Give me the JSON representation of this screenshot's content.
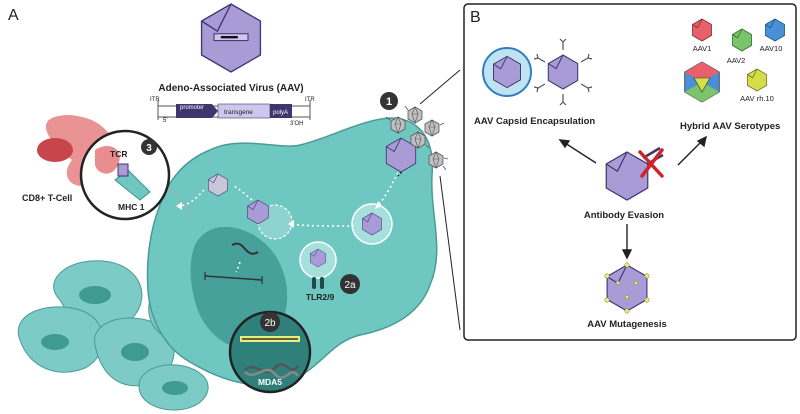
{
  "panel_a": {
    "letter": "A",
    "aav_title": "Adeno-Associated Virus (AAV)",
    "construct": {
      "itr_left": "ITR",
      "five_prime": "5'",
      "promoter": "promoter",
      "transgene": "transgene",
      "polya": "polyA",
      "itr_right": "ITR",
      "three_prime": "3'OH"
    },
    "cd8_label": "CD8+ T-Cell",
    "tcr_label": "TCR",
    "mhc_label": "MHC 1",
    "tlr_label": "TLR2/9",
    "mda5_label": "MDA5",
    "steps": {
      "s1": "1",
      "s2a": "2a",
      "s2b": "2b",
      "s3": "3"
    }
  },
  "panel_b": {
    "letter": "B",
    "capsid_encapsulation": "AAV Capsid Encapsulation",
    "hybrid_serotypes": "Hybrid AAV Serotypes",
    "antibody_evasion": "Antibody Evasion",
    "mutagenesis": "AAV Mutagenesis",
    "serotypes": {
      "aav1": "AAV1",
      "aav2": "AAV2",
      "aav10": "AAV10",
      "aavrh10": "AAV rh.10"
    }
  },
  "colors": {
    "capsid": "#a99bd6",
    "capsid_stroke": "#3f3670",
    "cell": "#6fc7c2",
    "cell_stroke": "#3e8f8a",
    "nucleus": "#3f9a94",
    "tcell": "#e26f72",
    "antibody_x": "#d2232a",
    "aav1": "#e9606d",
    "aav2": "#7bc46b",
    "aav10": "#4a90d6",
    "aavrh10": "#d4de49"
  }
}
